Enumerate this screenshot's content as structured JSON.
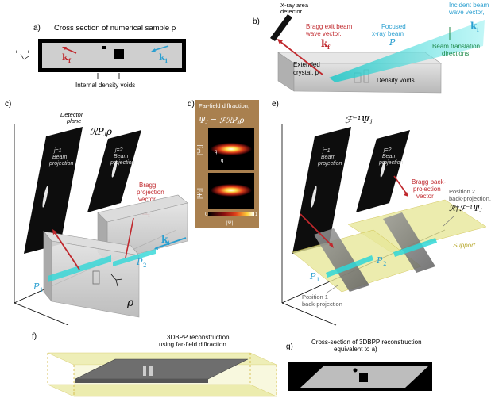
{
  "panels": {
    "a": {
      "tag": "a)",
      "title": "Cross section of numerical sample ρ",
      "kf": "k",
      "kf_sub": "f",
      "ki": "k",
      "ki_sub": "i",
      "voids_label": "Internal density voids",
      "axis_z": "r",
      "axis_x": "r"
    },
    "b": {
      "tag": "b)",
      "detector_label_1": "X-ray area",
      "detector_label_2": "detector",
      "bragg_1": "Bragg exit beam",
      "bragg_2": "wave vector,",
      "kf": "k",
      "kf_sub": "f",
      "focused_1": "Focused",
      "focused_2": "x-ray beam",
      "focused_sym": "P",
      "incident_1": "Incident beam",
      "incident_2": "wave vector,",
      "ki": "k",
      "ki_sub": "i",
      "translation_1": "Beam translation",
      "translation_2": "directions",
      "crystal_1": "Extended",
      "crystal_2": "crystal, ρ",
      "voids": "Density voids"
    },
    "c": {
      "tag": "c)",
      "detector_1": "Detector",
      "detector_2": "plane",
      "formula": "ℛPⱼρ",
      "proj1_1": "j=1",
      "proj1_2": "Beam",
      "proj1_3": "projection",
      "proj2_1": "j=2",
      "proj2_2": "Beam",
      "proj2_3": "projection",
      "bragg_1": "Bragg",
      "bragg_2": "projection",
      "bragg_3": "vector",
      "kf": "k",
      "kf_sub": "f",
      "ki": "k",
      "ki_sub": "i",
      "p1": "P",
      "p1_sub": "1",
      "p2": "P",
      "p2_sub": "2",
      "rho": "ρ"
    },
    "d": {
      "tag": "d)",
      "title_1": "Far-field diffraction,",
      "formula": "Ψⱼ = ℱℛPⱼρ",
      "psi1": "|Ψ₁|",
      "psi2": "|Ψ₂|",
      "q_x": "q",
      "q_y": "q",
      "cb_min": "0",
      "cb_max": "1",
      "cb_label": "|Ψ|"
    },
    "e": {
      "tag": "e)",
      "formula": "ℱ⁻¹Ψⱼ",
      "proj1_1": "j=1",
      "proj1_2": "Beam",
      "proj1_3": "projection",
      "proj2_1": "j=2",
      "proj2_2": "Beam",
      "proj2_3": "projection",
      "bragg_1": "Bragg back-",
      "bragg_2": "projection",
      "bragg_3": "vector",
      "pos2_1": "Position 2",
      "pos2_2": "back-projection,",
      "pos2_formula": "ℛ†ℱ⁻¹Ψⱼ",
      "pos1_1": "Position 1",
      "pos1_2": "back-projection",
      "p1": "P",
      "p1_sub": "1",
      "p2": "P",
      "p2_sub": "2",
      "support": "Support"
    },
    "f": {
      "tag": "f)",
      "title_1": "3DBPP reconstruction",
      "title_2": "using far-field diffraction"
    },
    "g": {
      "tag": "g)",
      "title_1": "Cross-section of 3DBPP reconstruction",
      "title_2": "equivalent to a)"
    }
  },
  "colors": {
    "kf": "#c0282d",
    "ki": "#2a9fd0",
    "beam": "#2fd7d7",
    "support": "#e8e89a",
    "support_edge": "#c9b93a",
    "green_text": "#1f8a4a",
    "d_bg": "#a9804f",
    "grey_box": "#c8c8c8"
  }
}
